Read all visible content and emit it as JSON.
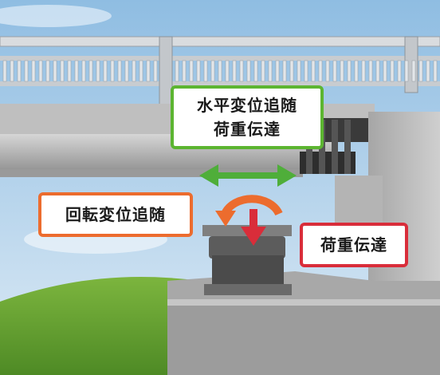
{
  "labels": {
    "horizontal_line1": "水平変位追随",
    "horizontal_line2": "荷重伝達",
    "rotation": "回転変位追随",
    "load": "荷重伝達"
  },
  "colors": {
    "horizontal_border": "#5cb531",
    "rotation_border": "#ec6c2e",
    "load_border": "#d92d3a",
    "arrow_green": "#4fae3a",
    "arrow_orange": "#ec6c2e",
    "arrow_red": "#d92d3a",
    "sky_top": "#a9cde8",
    "grass": "#6fa83a",
    "concrete": "#b9b9b9"
  }
}
